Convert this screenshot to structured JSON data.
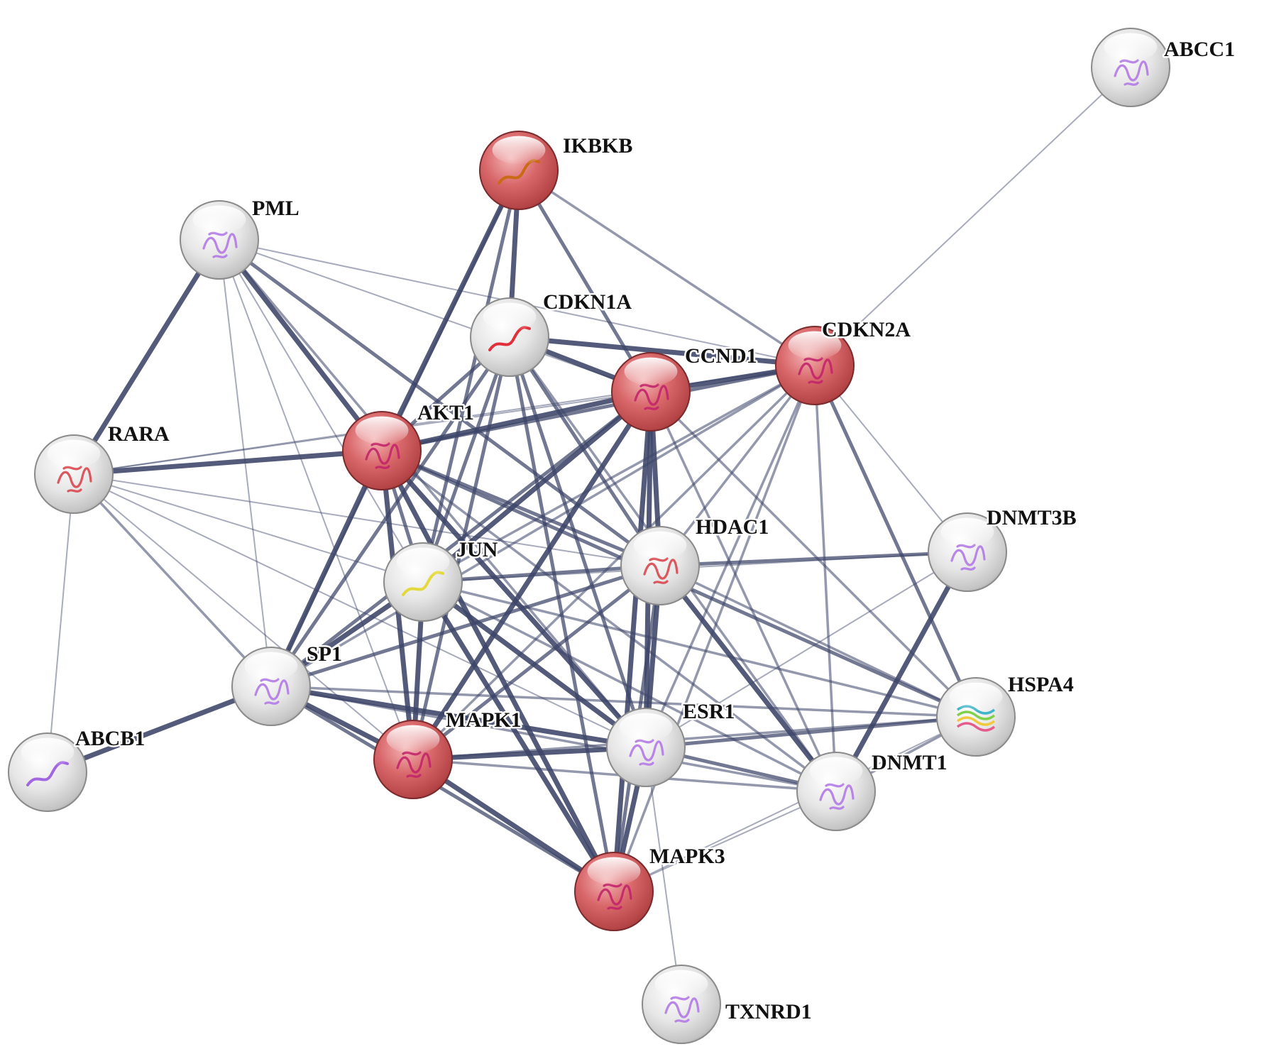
{
  "network": {
    "colors": {
      "query_node": "#d9686b",
      "other_node": "#e2e2e2",
      "edge": "#3c4468"
    },
    "nodes": [
      {
        "id": "ABCC1",
        "label": "ABCC1",
        "color": "other",
        "structure": "protein-purple"
      },
      {
        "id": "IKBKB",
        "label": "IKBKB",
        "color": "query",
        "structure": "helix-orange"
      },
      {
        "id": "PML",
        "label": "PML",
        "color": "other",
        "structure": "protein-purple"
      },
      {
        "id": "CDKN1A",
        "label": "CDKN1A",
        "color": "other",
        "structure": "helix-red"
      },
      {
        "id": "CDKN2A",
        "label": "CDKN2A",
        "color": "query",
        "structure": "protein-pink"
      },
      {
        "id": "CCND1",
        "label": "CCND1",
        "color": "query",
        "structure": "protein-pink"
      },
      {
        "id": "AKT1",
        "label": "AKT1",
        "color": "query",
        "structure": "protein-pink"
      },
      {
        "id": "RARA",
        "label": "RARA",
        "color": "other",
        "structure": "protein-red"
      },
      {
        "id": "DNMT3B",
        "label": "DNMT3B",
        "color": "other",
        "structure": "protein-purple"
      },
      {
        "id": "HDAC1",
        "label": "HDAC1",
        "color": "other",
        "structure": "protein-red"
      },
      {
        "id": "JUN",
        "label": "JUN",
        "color": "other",
        "structure": "helix-yellow"
      },
      {
        "id": "SP1",
        "label": "SP1",
        "color": "other",
        "structure": "protein-purple"
      },
      {
        "id": "HSPA4",
        "label": "HSPA4",
        "color": "other",
        "structure": "protein-rainbow"
      },
      {
        "id": "ABCB1",
        "label": "ABCB1",
        "color": "other",
        "structure": "helix-purple"
      },
      {
        "id": "MAPK1",
        "label": "MAPK1",
        "color": "query",
        "structure": "protein-pink"
      },
      {
        "id": "ESR1",
        "label": "ESR1",
        "color": "other",
        "structure": "protein-purple"
      },
      {
        "id": "DNMT1",
        "label": "DNMT1",
        "color": "other",
        "structure": "protein-purple"
      },
      {
        "id": "MAPK3",
        "label": "MAPK3",
        "color": "query",
        "structure": "protein-pink"
      },
      {
        "id": "TXNRD1",
        "label": "TXNRD1",
        "color": "other",
        "structure": "protein-purple"
      }
    ],
    "edges": [
      {
        "source": "ABCC1",
        "target": "CDKN2A",
        "weight": 1
      },
      {
        "source": "IKBKB",
        "target": "AKT1",
        "weight": 4
      },
      {
        "source": "IKBKB",
        "target": "CDKN1A",
        "weight": 4
      },
      {
        "source": "IKBKB",
        "target": "CCND1",
        "weight": 3
      },
      {
        "source": "IKBKB",
        "target": "CDKN2A",
        "weight": 2
      },
      {
        "source": "IKBKB",
        "target": "SP1",
        "weight": 2
      },
      {
        "source": "IKBKB",
        "target": "JUN",
        "weight": 3
      },
      {
        "source": "PML",
        "target": "RARA",
        "weight": 4
      },
      {
        "source": "PML",
        "target": "AKT1",
        "weight": 4
      },
      {
        "source": "PML",
        "target": "CCND1",
        "weight": 1
      },
      {
        "source": "PML",
        "target": "CDKN2A",
        "weight": 1
      },
      {
        "source": "PML",
        "target": "HDAC1",
        "weight": 3
      },
      {
        "source": "PML",
        "target": "SP1",
        "weight": 1
      },
      {
        "source": "PML",
        "target": "JUN",
        "weight": 1
      },
      {
        "source": "PML",
        "target": "MAPK1",
        "weight": 1
      },
      {
        "source": "PML",
        "target": "ESR1",
        "weight": 2
      },
      {
        "source": "CDKN1A",
        "target": "CCND1",
        "weight": 4
      },
      {
        "source": "CDKN1A",
        "target": "CDKN2A",
        "weight": 4
      },
      {
        "source": "CDKN1A",
        "target": "AKT1",
        "weight": 3
      },
      {
        "source": "CDKN1A",
        "target": "HDAC1",
        "weight": 3
      },
      {
        "source": "CDKN1A",
        "target": "JUN",
        "weight": 3
      },
      {
        "source": "CDKN1A",
        "target": "SP1",
        "weight": 3
      },
      {
        "source": "CDKN1A",
        "target": "MAPK1",
        "weight": 3
      },
      {
        "source": "CDKN1A",
        "target": "ESR1",
        "weight": 3
      },
      {
        "source": "CDKN1A",
        "target": "MAPK3",
        "weight": 3
      },
      {
        "source": "CDKN1A",
        "target": "DNMT1",
        "weight": 2
      },
      {
        "source": "CDKN2A",
        "target": "CCND1",
        "weight": 4
      },
      {
        "source": "CDKN2A",
        "target": "AKT1",
        "weight": 3
      },
      {
        "source": "CDKN2A",
        "target": "HDAC1",
        "weight": 2
      },
      {
        "source": "CDKN2A",
        "target": "JUN",
        "weight": 2
      },
      {
        "source": "CDKN2A",
        "target": "SP1",
        "weight": 2
      },
      {
        "source": "CDKN2A",
        "target": "MAPK1",
        "weight": 2
      },
      {
        "source": "CDKN2A",
        "target": "ESR1",
        "weight": 2
      },
      {
        "source": "CDKN2A",
        "target": "DNMT1",
        "weight": 2
      },
      {
        "source": "CDKN2A",
        "target": "HSPA4",
        "weight": 3
      },
      {
        "source": "CDKN2A",
        "target": "DNMT3B",
        "weight": 1
      },
      {
        "source": "CDKN2A",
        "target": "MAPK3",
        "weight": 2
      },
      {
        "source": "CDKN2A",
        "target": "RARA",
        "weight": 1
      },
      {
        "source": "CCND1",
        "target": "AKT1",
        "weight": 4
      },
      {
        "source": "CCND1",
        "target": "HDAC1",
        "weight": 4
      },
      {
        "source": "CCND1",
        "target": "JUN",
        "weight": 4
      },
      {
        "source": "CCND1",
        "target": "SP1",
        "weight": 3
      },
      {
        "source": "CCND1",
        "target": "MAPK1",
        "weight": 4
      },
      {
        "source": "CCND1",
        "target": "ESR1",
        "weight": 4
      },
      {
        "source": "CCND1",
        "target": "MAPK3",
        "weight": 4
      },
      {
        "source": "CCND1",
        "target": "DNMT1",
        "weight": 2
      },
      {
        "source": "CCND1",
        "target": "HSPA4",
        "weight": 2
      },
      {
        "source": "CCND1",
        "target": "RARA",
        "weight": 1
      },
      {
        "source": "AKT1",
        "target": "RARA",
        "weight": 4
      },
      {
        "source": "AKT1",
        "target": "JUN",
        "weight": 3
      },
      {
        "source": "AKT1",
        "target": "SP1",
        "weight": 4
      },
      {
        "source": "AKT1",
        "target": "MAPK1",
        "weight": 4
      },
      {
        "source": "AKT1",
        "target": "ESR1",
        "weight": 4
      },
      {
        "source": "AKT1",
        "target": "MAPK3",
        "weight": 4
      },
      {
        "source": "AKT1",
        "target": "HDAC1",
        "weight": 3
      },
      {
        "source": "AKT1",
        "target": "HSPA4",
        "weight": 3
      },
      {
        "source": "AKT1",
        "target": "DNMT1",
        "weight": 2
      },
      {
        "source": "RARA",
        "target": "SP1",
        "weight": 2
      },
      {
        "source": "RARA",
        "target": "JUN",
        "weight": 1
      },
      {
        "source": "RARA",
        "target": "HDAC1",
        "weight": 1
      },
      {
        "source": "RARA",
        "target": "ESR1",
        "weight": 1
      },
      {
        "source": "RARA",
        "target": "MAPK1",
        "weight": 1
      },
      {
        "source": "RARA",
        "target": "ABCB1",
        "weight": 1
      },
      {
        "source": "DNMT3B",
        "target": "HDAC1",
        "weight": 3
      },
      {
        "source": "DNMT3B",
        "target": "DNMT1",
        "weight": 4
      },
      {
        "source": "DNMT3B",
        "target": "ESR1",
        "weight": 1
      },
      {
        "source": "DNMT3B",
        "target": "JUN",
        "weight": 1
      },
      {
        "source": "HDAC1",
        "target": "JUN",
        "weight": 3
      },
      {
        "source": "HDAC1",
        "target": "SP1",
        "weight": 3
      },
      {
        "source": "HDAC1",
        "target": "MAPK1",
        "weight": 3
      },
      {
        "source": "HDAC1",
        "target": "ESR1",
        "weight": 4
      },
      {
        "source": "HDAC1",
        "target": "MAPK3",
        "weight": 3
      },
      {
        "source": "HDAC1",
        "target": "DNMT1",
        "weight": 4
      },
      {
        "source": "HDAC1",
        "target": "HSPA4",
        "weight": 2
      },
      {
        "source": "JUN",
        "target": "SP1",
        "weight": 4
      },
      {
        "source": "JUN",
        "target": "MAPK1",
        "weight": 4
      },
      {
        "source": "JUN",
        "target": "ESR1",
        "weight": 4
      },
      {
        "source": "JUN",
        "target": "MAPK3",
        "weight": 4
      },
      {
        "source": "JUN",
        "target": "DNMT1",
        "weight": 2
      },
      {
        "source": "JUN",
        "target": "HSPA4",
        "weight": 2
      },
      {
        "source": "SP1",
        "target": "ABCB1",
        "weight": 4
      },
      {
        "source": "SP1",
        "target": "MAPK1",
        "weight": 4
      },
      {
        "source": "SP1",
        "target": "ESR1",
        "weight": 4
      },
      {
        "source": "SP1",
        "target": "MAPK3",
        "weight": 3
      },
      {
        "source": "SP1",
        "target": "DNMT1",
        "weight": 2
      },
      {
        "source": "SP1",
        "target": "HSPA4",
        "weight": 2
      },
      {
        "source": "HSPA4",
        "target": "ESR1",
        "weight": 3
      },
      {
        "source": "HSPA4",
        "target": "DNMT1",
        "weight": 2
      },
      {
        "source": "HSPA4",
        "target": "MAPK1",
        "weight": 2
      },
      {
        "source": "HSPA4",
        "target": "MAPK3",
        "weight": 1
      },
      {
        "source": "MAPK1",
        "target": "MAPK3",
        "weight": 4
      },
      {
        "source": "MAPK1",
        "target": "ESR1",
        "weight": 4
      },
      {
        "source": "MAPK1",
        "target": "DNMT1",
        "weight": 2
      },
      {
        "source": "ESR1",
        "target": "MAPK3",
        "weight": 4
      },
      {
        "source": "ESR1",
        "target": "DNMT1",
        "weight": 3
      },
      {
        "source": "ESR1",
        "target": "TXNRD1",
        "weight": 1
      },
      {
        "source": "DNMT1",
        "target": "MAPK3",
        "weight": 1
      }
    ]
  }
}
